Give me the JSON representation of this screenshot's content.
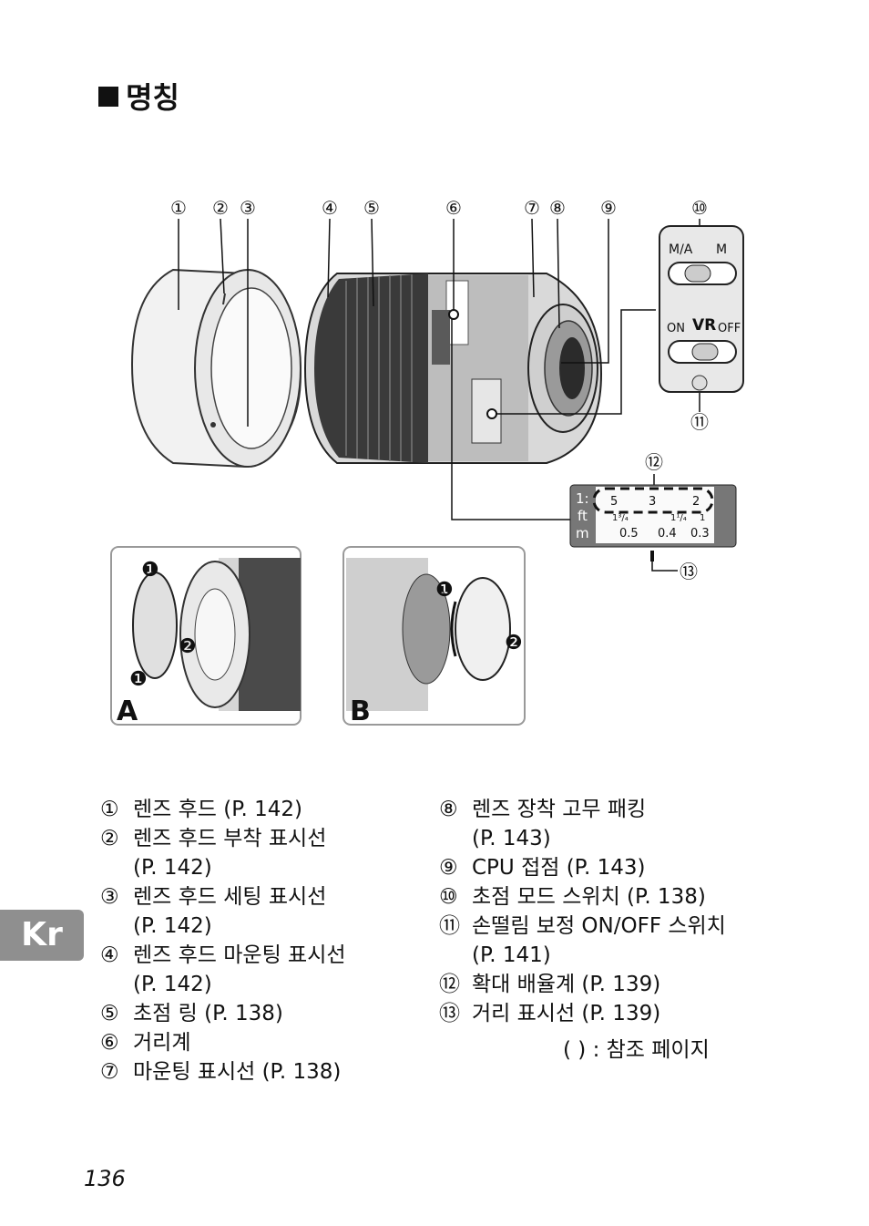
{
  "heading": {
    "bullet": "■",
    "title": "명칭"
  },
  "callouts": [
    "①",
    "②",
    "③",
    "④",
    "⑤",
    "⑥",
    "⑦",
    "⑧",
    "⑨",
    "⑩",
    "⑪",
    "⑫",
    "⑬"
  ],
  "switch_panel": {
    "af_on": "M/A",
    "af_off": "M",
    "vr_on": "ON",
    "vr_mid": "VR",
    "vr_off": "OFF"
  },
  "scale_panel": {
    "ratio_label": "1:",
    "ft_label": "ft",
    "m_label": "m",
    "ratio_values": [
      "5",
      "3",
      "2"
    ],
    "ft_values": [
      "1³/₄",
      "1¹/₄",
      "1"
    ],
    "m_values": [
      "0.5",
      "0.4",
      "0.3"
    ]
  },
  "insets": {
    "a_label": "A",
    "b_label": "B",
    "step1": "❶",
    "step2": "❷"
  },
  "parts_left": [
    {
      "num": "①",
      "lines": [
        "렌즈 후드 (P. 142)"
      ]
    },
    {
      "num": "②",
      "lines": [
        "렌즈 후드 부착 표시선",
        "(P. 142)"
      ]
    },
    {
      "num": "③",
      "lines": [
        "렌즈 후드 세팅 표시선",
        "(P. 142)"
      ]
    },
    {
      "num": "④",
      "lines": [
        "렌즈 후드 마운팅 표시선",
        "(P. 142)"
      ]
    },
    {
      "num": "⑤",
      "lines": [
        "초점 링 (P. 138)"
      ]
    },
    {
      "num": "⑥",
      "lines": [
        "거리계"
      ]
    },
    {
      "num": "⑦",
      "lines": [
        "마운팅 표시선 (P. 138)"
      ]
    }
  ],
  "parts_right": [
    {
      "num": "⑧",
      "lines": [
        "렌즈 장착 고무 패킹",
        "(P. 143)"
      ]
    },
    {
      "num": "⑨",
      "lines": [
        "CPU 접점 (P. 143)"
      ]
    },
    {
      "num": "⑩",
      "lines": [
        "초점 모드 스위치 (P. 138)"
      ]
    },
    {
      "num": "⑪",
      "lines": [
        "손떨림 보정 ON/OFF 스위치",
        "(P. 141)"
      ]
    },
    {
      "num": "⑫",
      "lines": [
        "확대 배율계 (P. 139)"
      ]
    },
    {
      "num": "⑬",
      "lines": [
        "거리 표시선 (P. 139)"
      ]
    }
  ],
  "ref_note": "(      ) : 참조 페이지",
  "lang_tab": "Kr",
  "page_number": "136"
}
